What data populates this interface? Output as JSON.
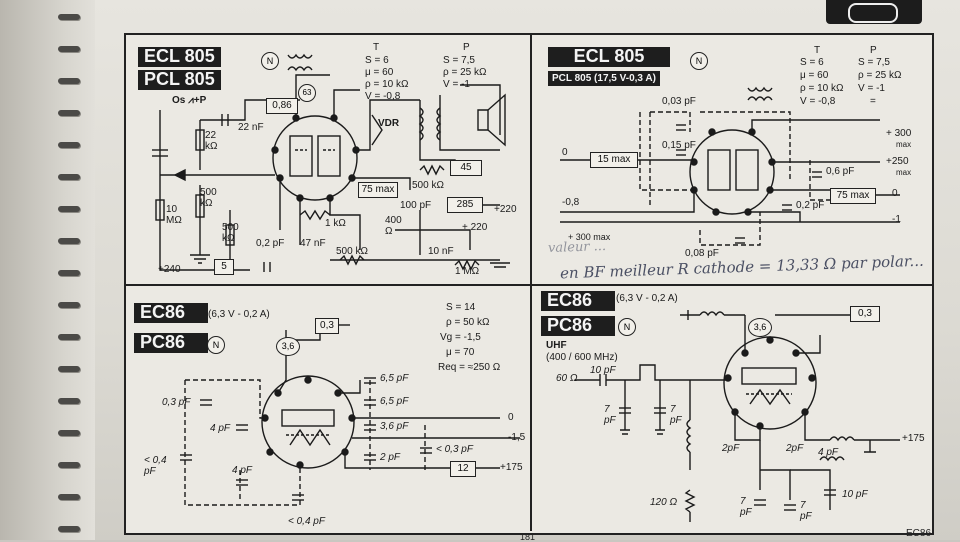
{
  "top_left": {
    "tube_name_1": "ECL 805",
    "tube_name_2": "PCL 805",
    "osc_label": "Os ⩘+P",
    "params": [
      "S = 6",
      "μ = 60",
      "ρ = 10 kΩ",
      "V = -0,8"
    ],
    "params_p": [
      "S = 7,5",
      "ρ = 25 kΩ",
      "V = -1"
    ],
    "col_T": "T",
    "col_P": "P",
    "pin_badge": "N",
    "box_086": "0,86",
    "box_63": "63",
    "c22nF": "22 nF",
    "r22k": "22\nkΩ",
    "r500k": "500\nkΩ",
    "r10M": "10\nMΩ",
    "r500k_b": "500\nkΩ",
    "c02pF": "0,2 pF",
    "c47nF": "47 nF",
    "r1k": "1 kΩ",
    "r500k_c": "500 kΩ",
    "r400": "400\nΩ",
    "c100pF": "100 pF",
    "r500k_d": "500 kΩ",
    "vdr": "VDR",
    "box_75max": "75 max",
    "box_45": "45",
    "box_285": "285",
    "plus220a": "+220",
    "plus220b": "+ 220",
    "c10nF": "10 nF",
    "r1M": "1 MΩ",
    "box_5": "5",
    "plus240": "+240"
  },
  "top_right": {
    "tube_name_1": "ECL 805",
    "tube_name_2": "PCL 805 (17,5 V-0,3 A)",
    "pin_badge": "N",
    "params_T": [
      "S = 6",
      "μ = 60",
      "ρ = 10 kΩ",
      "V = -0,8"
    ],
    "params_P": [
      "S = 7,5",
      "ρ = 25 kΩ",
      "V = -1",
      "="
    ],
    "col_T": "T",
    "col_P": "P",
    "c003pF": "0,03 pF",
    "c015pF": "0,15 pF",
    "c06pF": "0,6 pF",
    "c02pF": "0,2 pF",
    "c008pF": "0,08 pF",
    "box_15max": "15 max",
    "box_75max": "75 max",
    "v0": "0",
    "vm08": "-0,8",
    "v300": "+ 300",
    "v300max": "max",
    "v250": "+250",
    "v250max": "max",
    "vout0": "0",
    "vm1": "-1",
    "v300b": "+ 300 max"
  },
  "handwriting": {
    "line1": "valeur ...",
    "line2": "en BF meilleur R cathode = 13,33 Ω par polar..."
  },
  "bottom_left": {
    "tube_name_1": "EC86",
    "tube_name_2": "PC86",
    "spec": "(6,3 V - 0,2 A)",
    "pin_badge": "N",
    "params": [
      "S = 14",
      "ρ = 50 kΩ",
      "Vg = -1,5",
      "μ = 70",
      "Req = ≈250 Ω"
    ],
    "box_36": "3,6",
    "box_03": "0,3",
    "box_12": "12",
    "c65pF_a": "6,5 pF",
    "c65pF_b": "6,5 pF",
    "c36pF": "3,6 pF",
    "c2pF": "2 pF",
    "c03pF_left": "0,3 pF",
    "c4pF_a": "4 pF",
    "c04pF_left": "< 0,4\npF",
    "c4pF_b": "4 pF",
    "c03pF_right": "< 0,3 pF",
    "c04pF_bottom": "< 0,4 pF",
    "v0": "0",
    "vm15": "-1,5",
    "v175": "+175"
  },
  "bottom_right": {
    "tube_name_1": "EC86",
    "tube_name_2": "PC86",
    "spec": "(6,3 V - 0,2 A)",
    "pin_badge": "N",
    "uhf": "UHF",
    "freq": "(400 / 600 MHz)",
    "box_36": "3,6",
    "box_03": "0,3",
    "r60": "60 Ω",
    "c10pF": "10 pF",
    "c7pF_a": "7\npF",
    "c7pF_b": "7\npF",
    "c2pF_a": "2pF",
    "c2pF_b": "2pF",
    "c4pF": "4 pF",
    "r120": "120 Ω",
    "c7pF_c": "7\npF",
    "c7pF_d": "7\npF",
    "c10pF_b": "10 pF",
    "v175": "+175"
  },
  "footer": {
    "page_code": "EC86",
    "page_num": "181"
  }
}
